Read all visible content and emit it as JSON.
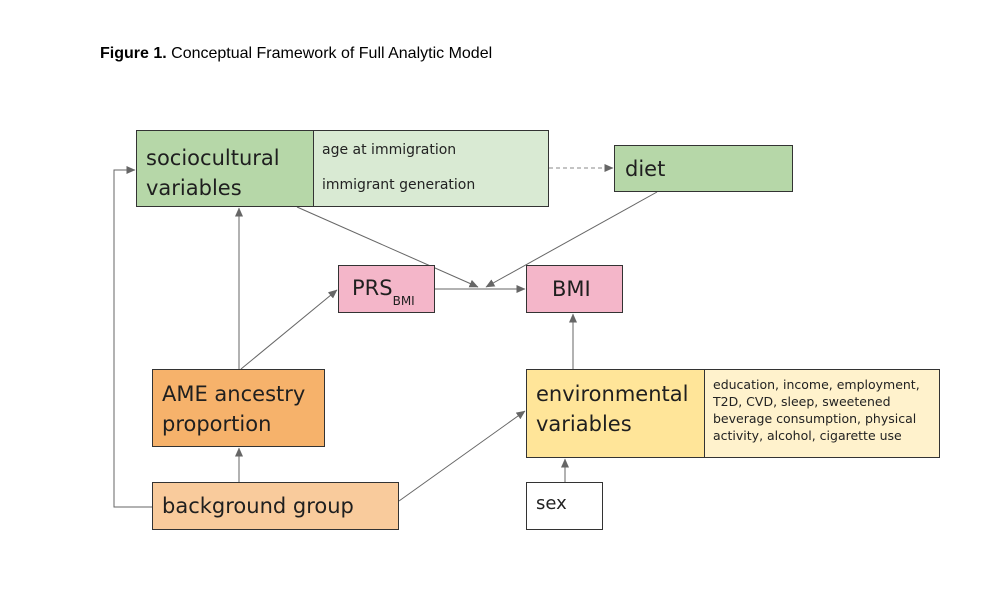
{
  "caption": {
    "label": "Figure 1.",
    "text": " Conceptual Framework of Full Analytic Model"
  },
  "nodes": {
    "sociocultural": {
      "line1": "sociocultural",
      "line2": "variables",
      "details": [
        "age at immigration",
        "immigrant generation"
      ]
    },
    "diet": {
      "label": "diet"
    },
    "prs": {
      "label": "PRS",
      "subscript": "BMI"
    },
    "bmi": {
      "label": "BMI"
    },
    "ame": {
      "line1": "AME ancestry",
      "line2": "proportion"
    },
    "environmental": {
      "line1": "environmental",
      "line2": "variables",
      "details": [
        "education, income, employment,",
        "T2D, CVD, sleep, sweetened",
        "beverage consumption, physical",
        "activity, alcohol, cigarette use"
      ]
    },
    "background": {
      "label": "background group"
    },
    "sex": {
      "label": "sex"
    }
  },
  "colors": {
    "green": "#b6d7a8",
    "light_green": "#d9ead3",
    "pink": "#f4b6c9",
    "orange": "#f6b26b",
    "light_orange": "#f9cb9c",
    "yellow": "#ffe599",
    "light_yellow": "#fff2cc",
    "arrow": "#666666"
  },
  "edges": [
    {
      "from": "sociocultural",
      "to": "diet",
      "style": "dashed"
    },
    {
      "from": "sociocultural",
      "to": "bmi",
      "style": "solid"
    },
    {
      "from": "diet",
      "to": "bmi",
      "style": "solid"
    },
    {
      "from": "prs",
      "to": "bmi",
      "style": "solid"
    },
    {
      "from": "ame",
      "to": "sociocultural",
      "style": "solid"
    },
    {
      "from": "ame",
      "to": "prs",
      "style": "solid"
    },
    {
      "from": "background",
      "to": "ame",
      "style": "solid"
    },
    {
      "from": "background",
      "to": "sociocultural",
      "style": "solid"
    },
    {
      "from": "background",
      "to": "environmental",
      "style": "solid"
    },
    {
      "from": "environmental",
      "to": "bmi",
      "style": "solid"
    },
    {
      "from": "sex",
      "to": "environmental",
      "style": "solid"
    }
  ]
}
